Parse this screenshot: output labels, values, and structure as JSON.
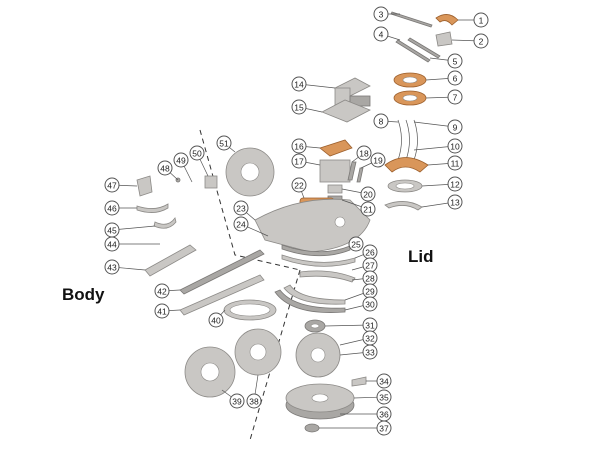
{
  "labels": {
    "body": "Body",
    "lid": "Lid"
  },
  "callouts": [
    "1",
    "2",
    "3",
    "4",
    "5",
    "6",
    "7",
    "8",
    "9",
    "10",
    "11",
    "12",
    "13",
    "14",
    "15",
    "16",
    "17",
    "18",
    "19",
    "20",
    "21",
    "22",
    "23",
    "24",
    "25",
    "26",
    "27",
    "28",
    "29",
    "30",
    "31",
    "32",
    "33",
    "34",
    "35",
    "36",
    "37",
    "38",
    "39",
    "40",
    "41",
    "42",
    "43",
    "44",
    "45",
    "46",
    "47",
    "48",
    "49",
    "50",
    "51"
  ],
  "colors": {
    "steel": "#c9c7c4",
    "copper": "#d9965a",
    "outline": "#555555"
  }
}
